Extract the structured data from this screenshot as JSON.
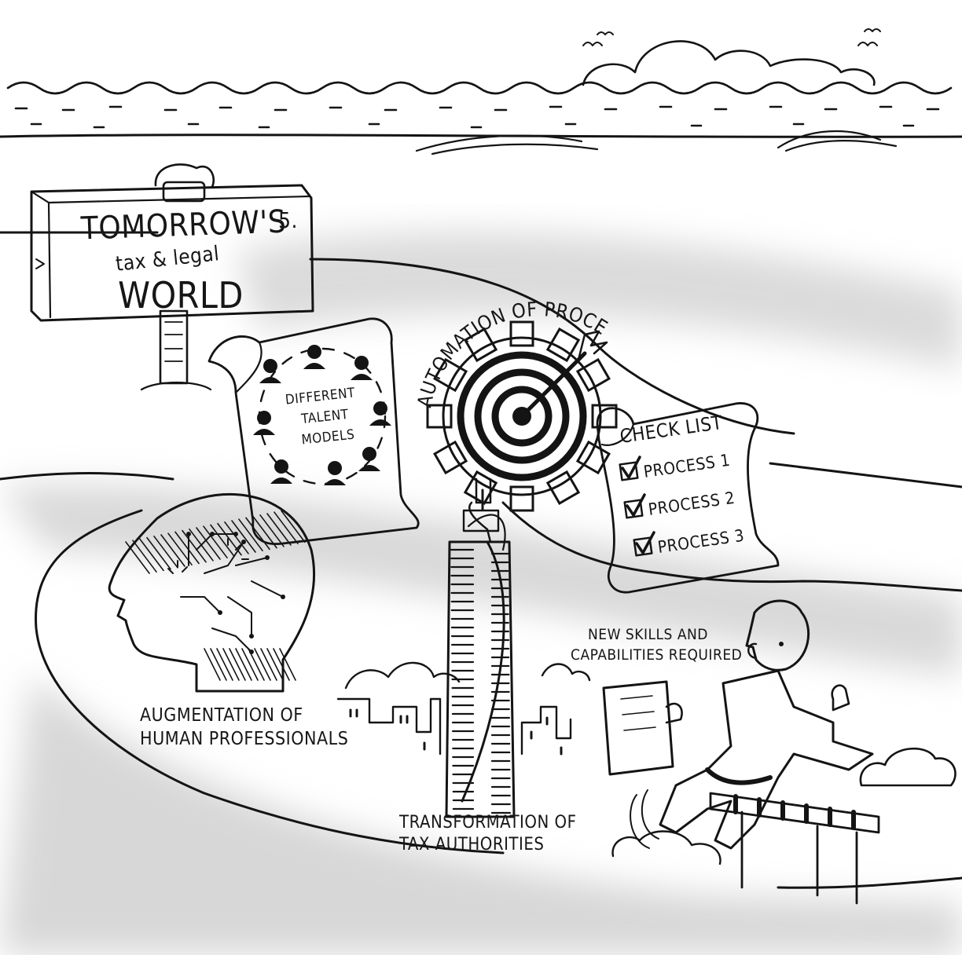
{
  "sign": {
    "line1": "TOMORROW'S",
    "number": "5.",
    "line2": "tax & legal",
    "line3": "WORLD",
    "color": "#74c043"
  },
  "talent_scroll": {
    "line1": "DIFFERENT",
    "line2": "TALENT",
    "line3": "MODELS"
  },
  "gear_caption": "AUTOMATION OF PROCESSES",
  "checklist": {
    "title": "CHECK LIST",
    "items": [
      "PROCESS 1",
      "PROCESS 2",
      "PROCESS 3"
    ]
  },
  "head_caption": {
    "line1": "AUGMENTATION OF",
    "line2": "HUMAN PROFESSIONALS"
  },
  "tower_caption": {
    "line1": "TRANSFORMATION OF",
    "line2": "TAX AUTHORITIES"
  },
  "runner_caption": {
    "line1": "NEW SKILLS AND",
    "line2": "CAPABILITIES REQUIRED"
  }
}
